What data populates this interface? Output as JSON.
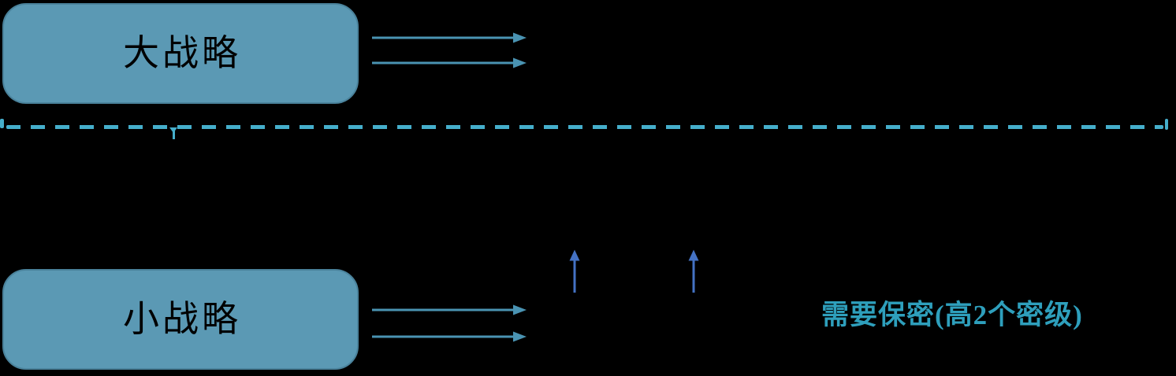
{
  "diagram": {
    "boxes": {
      "grand": {
        "label": "大战略"
      },
      "small": {
        "label": "小战略"
      }
    },
    "annotation": {
      "text": "需要保密(高2个密级)"
    },
    "icons": {
      "horizontal_arrows": "right-arrow",
      "vertical_arrows": "up-arrow",
      "divider": "dashed-line"
    },
    "colors": {
      "background": "#000000",
      "box_fill": "#5B99B4",
      "box_border": "#4A829B",
      "box_text": "#000000",
      "horizontal_arrow": "#4A93B2",
      "dashed_divider": "#45AECB",
      "up_arrow": "#4472C4",
      "annotation_text": "#2E9FBC"
    }
  }
}
